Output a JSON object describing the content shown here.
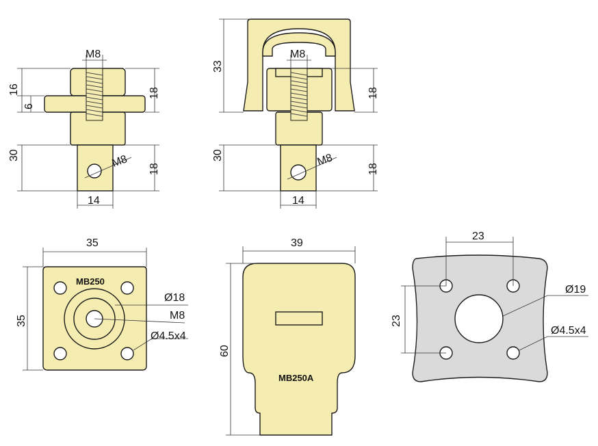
{
  "colors": {
    "brass": "#f4ecb0",
    "plate": "#dadada",
    "line": "#1a1a1a"
  },
  "view1": {
    "thread": "M8",
    "h_total_top": "16",
    "h_flange": "6",
    "h_right_top": "18",
    "h_shaft": "30",
    "h_right_shaft": "18",
    "hole": "M8",
    "width": "14"
  },
  "view2": {
    "h_cap": "33",
    "thread": "M8",
    "h_right_top": "18",
    "h_shaft": "30",
    "h_right_shaft": "18",
    "hole": "M8",
    "width": "14"
  },
  "view3": {
    "width": "35",
    "height": "35",
    "code": "MB250",
    "dia_outer": "Ø18",
    "thread": "M8",
    "holes": "Ø4.5x4"
  },
  "view4": {
    "width": "39",
    "height": "60",
    "code": "MB250A"
  },
  "view5": {
    "spacing_x": "23",
    "spacing_y": "23",
    "dia_center": "Ø19",
    "holes": "Ø4.5x4"
  }
}
